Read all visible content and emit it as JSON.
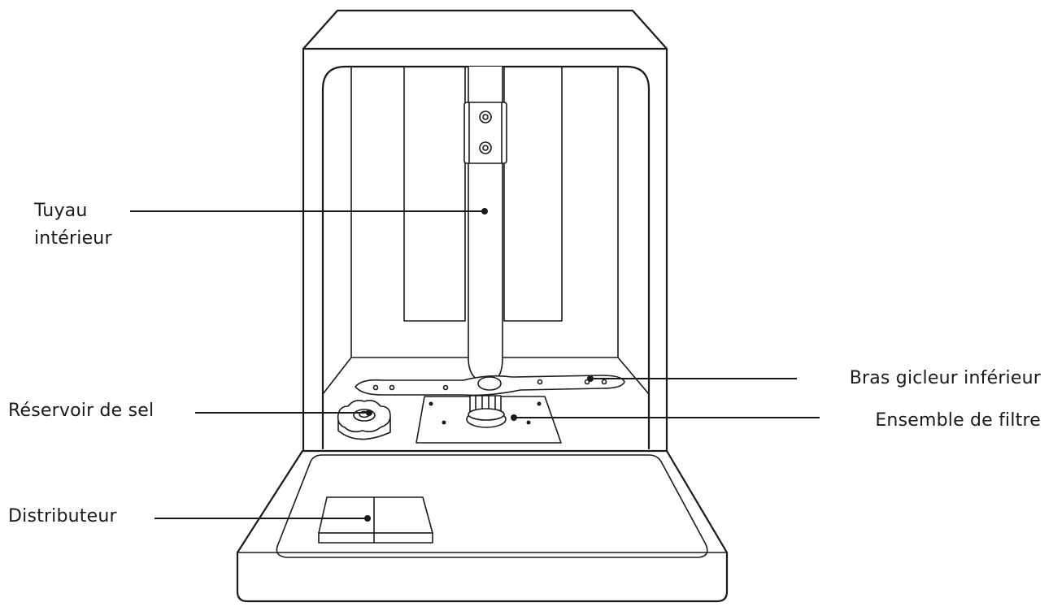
{
  "labels": {
    "inner_pipe": [
      "Tuyau",
      "intérieur"
    ],
    "salt_reservoir": "Réservoir de sel",
    "dispenser": "Distributeur",
    "lower_spray_arm": "Bras gicleur inférieur",
    "filter_assembly": "Ensemble de filtre"
  },
  "colors": {
    "line": "#1a1a1a",
    "background": "#ffffff"
  }
}
